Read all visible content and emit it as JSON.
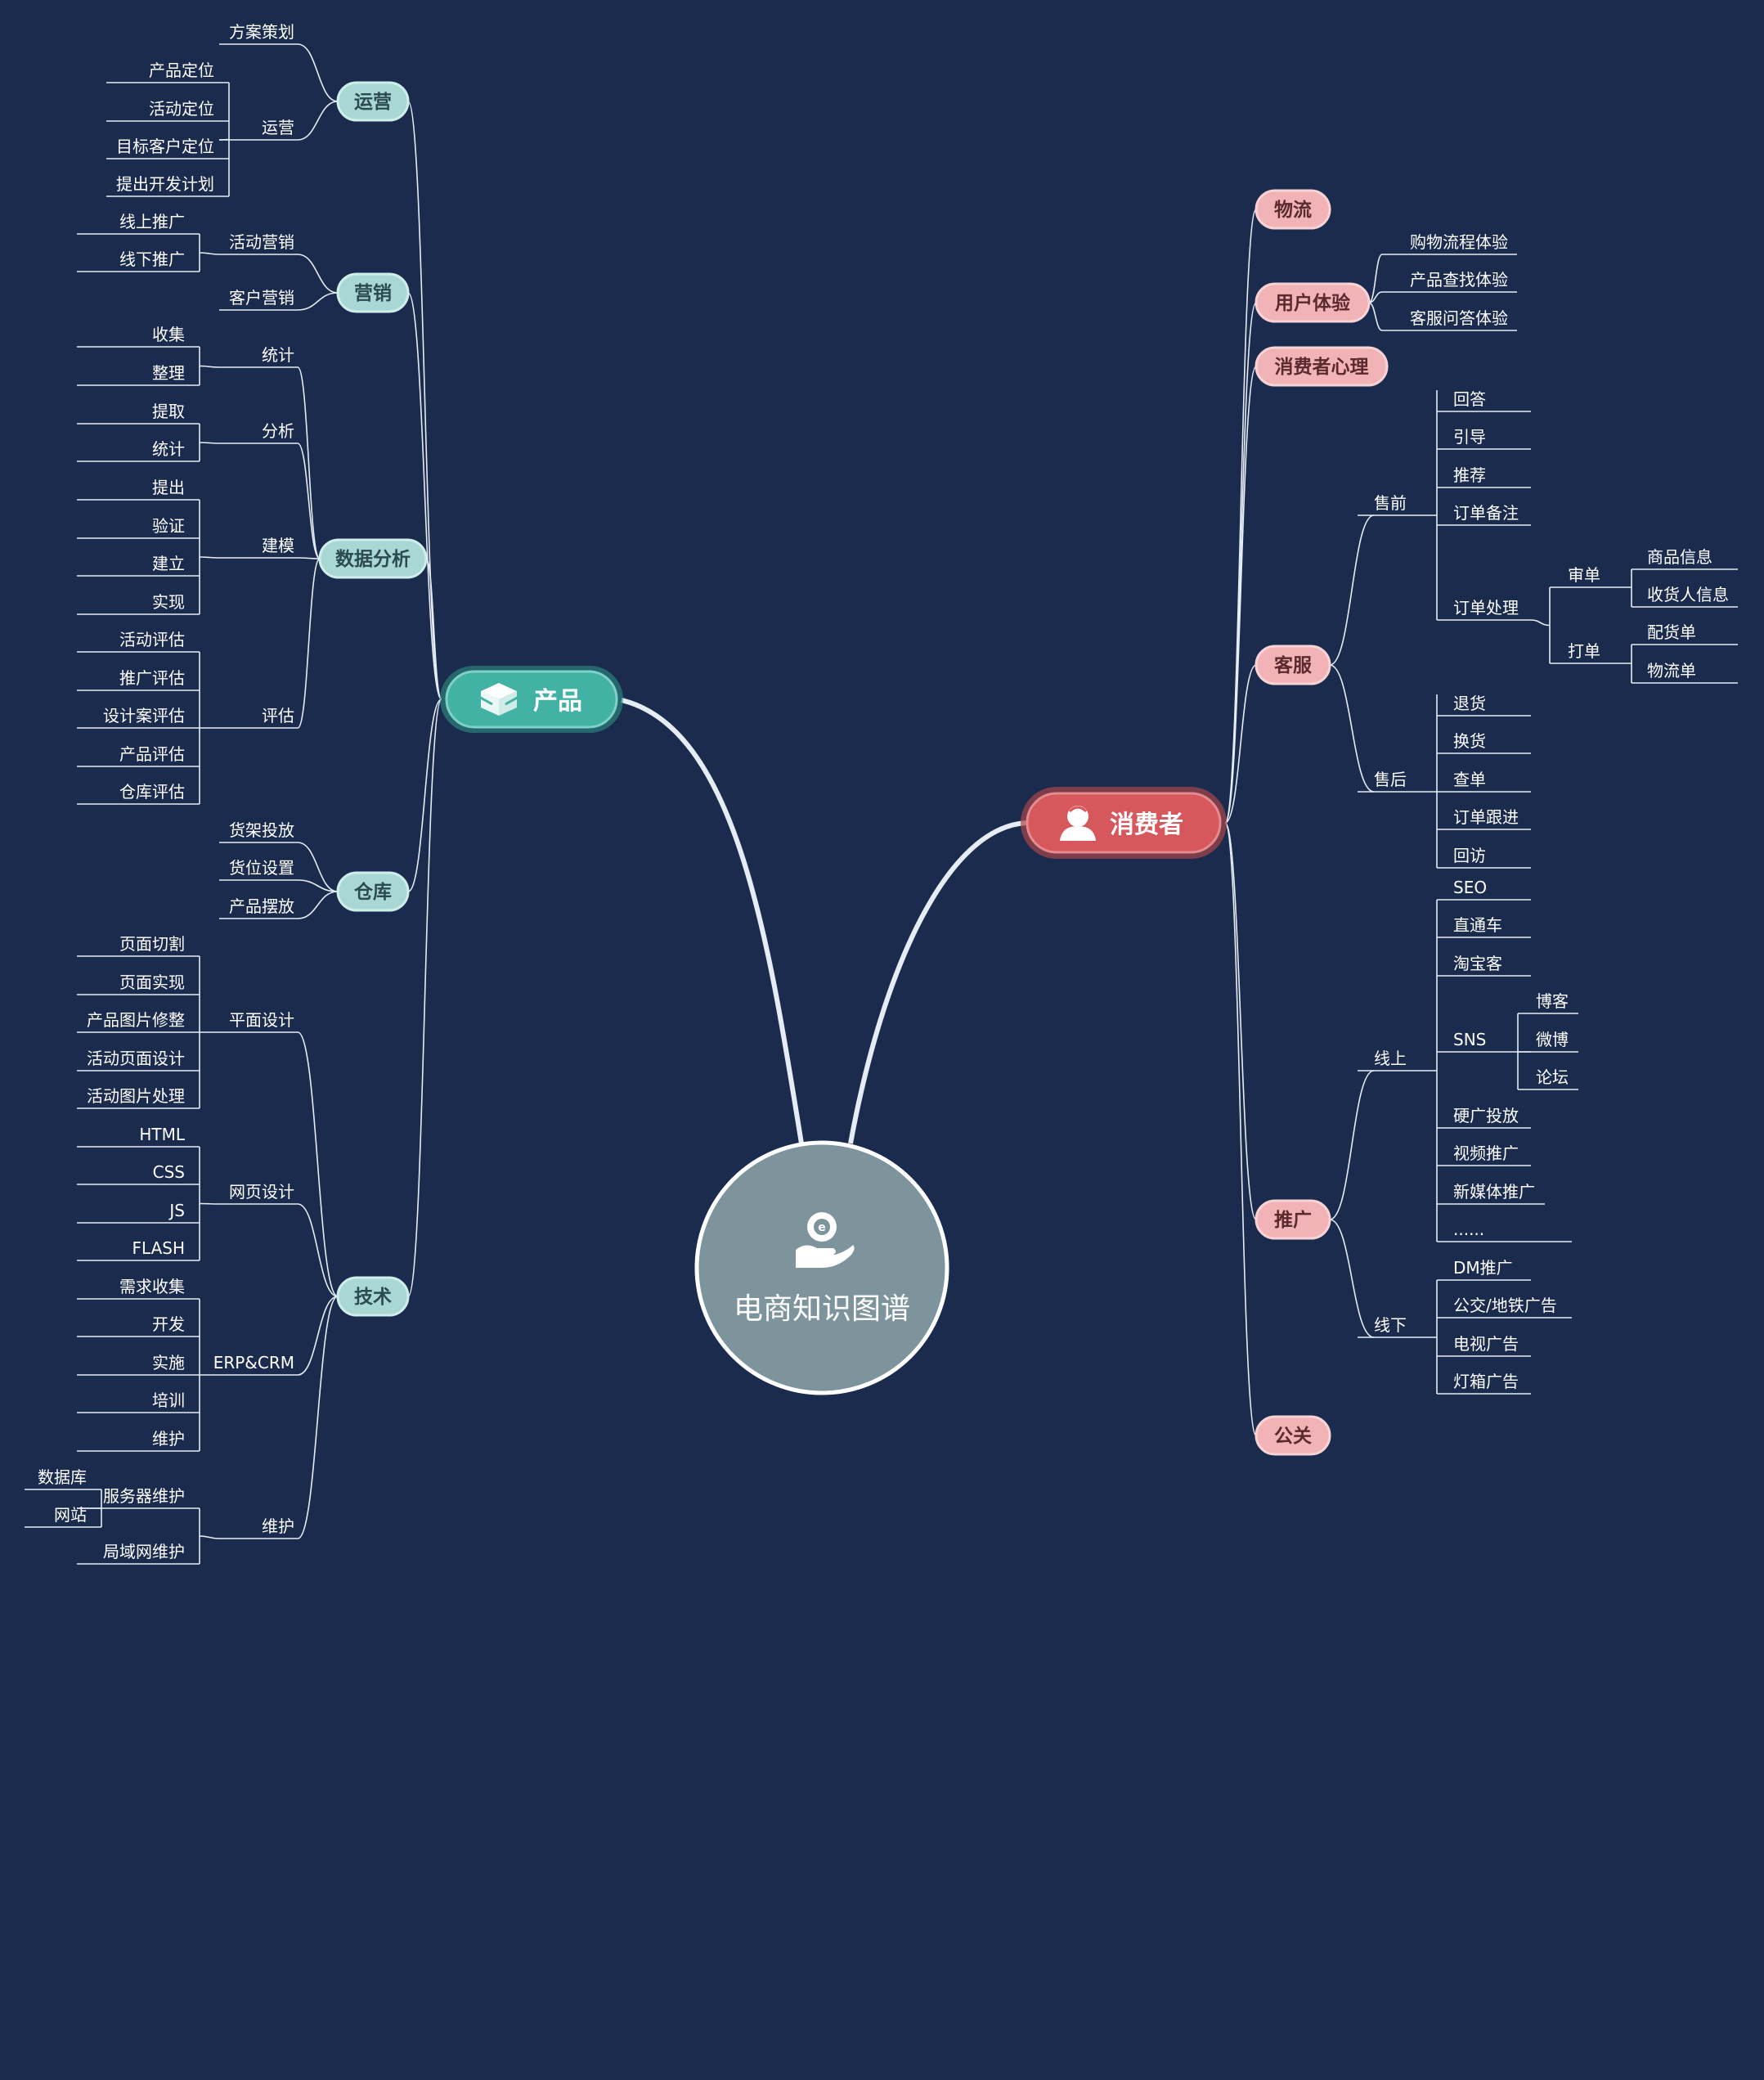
{
  "center": {
    "label": "电商知识图谱",
    "icon": "hand-coin-icon"
  },
  "colors": {
    "background": "#1b2b4e",
    "line": "#e6ecf4",
    "product_main": "#42b2a4",
    "product_sub": "#a9d8d4",
    "consumer_main": "#d6575c",
    "consumer_sub": "#f1b3b6",
    "center_fill": "#7d949d"
  },
  "product": {
    "label": "产品",
    "icon": "box-icon",
    "branches": [
      {
        "label": "运营",
        "leaves": [
          {
            "label": "方案策划"
          },
          {
            "label": "运营",
            "children": [
              "产品定位",
              "活动定位",
              "目标客户定位",
              "提出开发计划"
            ]
          }
        ]
      },
      {
        "label": "营销",
        "leaves": [
          {
            "label": "活动营销",
            "children": [
              "线上推广",
              "线下推广"
            ]
          },
          {
            "label": "客户营销"
          }
        ]
      },
      {
        "label": "数据分析",
        "leaves": [
          {
            "label": "统计",
            "children": [
              "收集",
              "整理"
            ]
          },
          {
            "label": "分析",
            "children": [
              "提取",
              "统计"
            ]
          },
          {
            "label": "建模",
            "children": [
              "提出",
              "验证",
              "建立",
              "实现"
            ]
          },
          {
            "label": "评估",
            "children": [
              "活动评估",
              "推广评估",
              "设计案评估",
              "产品评估",
              "仓库评估"
            ]
          }
        ]
      },
      {
        "label": "仓库",
        "leaves": [
          {
            "label": "货架投放"
          },
          {
            "label": "货位设置"
          },
          {
            "label": "产品摆放"
          }
        ]
      },
      {
        "label": "技术",
        "leaves": [
          {
            "label": "平面设计",
            "children": [
              "页面切割",
              "页面实现",
              "产品图片修整",
              "活动页面设计",
              "活动图片处理"
            ]
          },
          {
            "label": "网页设计",
            "children": [
              "HTML",
              "CSS",
              "JS",
              "FLASH"
            ]
          },
          {
            "label": "ERP&CRM",
            "children": [
              "需求收集",
              "开发",
              "实施",
              "培训",
              "维护"
            ]
          },
          {
            "label": "维护",
            "children": [
              {
                "label": "服务器维护",
                "children": [
                  "数据库",
                  "网站"
                ]
              },
              {
                "label": "局域网维护"
              }
            ]
          }
        ]
      }
    ]
  },
  "consumer": {
    "label": "消费者",
    "icon": "person-icon",
    "branches": [
      {
        "label": "物流",
        "leaves": []
      },
      {
        "label": "用户体验",
        "leaves": [
          {
            "label": "购物流程体验"
          },
          {
            "label": "产品查找体验"
          },
          {
            "label": "客服问答体验"
          }
        ]
      },
      {
        "label": "消费者心理",
        "leaves": []
      },
      {
        "label": "客服",
        "leaves": [
          {
            "label": "售前",
            "children": [
              {
                "label": "回答"
              },
              {
                "label": "引导"
              },
              {
                "label": "推荐"
              },
              {
                "label": "订单备注"
              },
              {
                "label": "订单处理",
                "children": [
                  {
                    "label": "审单",
                    "children": [
                      "商品信息",
                      "收货人信息"
                    ]
                  },
                  {
                    "label": "打单",
                    "children": [
                      "配货单",
                      "物流单"
                    ]
                  }
                ]
              }
            ]
          },
          {
            "label": "售后",
            "children": [
              {
                "label": "退货"
              },
              {
                "label": "换货"
              },
              {
                "label": "查单"
              },
              {
                "label": "订单跟进"
              },
              {
                "label": "回访"
              }
            ]
          }
        ]
      },
      {
        "label": "推广",
        "leaves": [
          {
            "label": "线上",
            "children": [
              {
                "label": "SEO"
              },
              {
                "label": "直通车"
              },
              {
                "label": "淘宝客"
              },
              {
                "label": "SNS",
                "children": [
                  "博客",
                  "微博",
                  "论坛"
                ]
              },
              {
                "label": "硬广投放"
              },
              {
                "label": "视频推广"
              },
              {
                "label": "新媒体推广"
              },
              {
                "label": "......"
              }
            ]
          },
          {
            "label": "线下",
            "children": [
              {
                "label": "DM推广"
              },
              {
                "label": "公交/地铁广告"
              },
              {
                "label": "电视广告"
              },
              {
                "label": "灯箱广告"
              }
            ]
          }
        ]
      },
      {
        "label": "公关",
        "leaves": []
      }
    ]
  }
}
